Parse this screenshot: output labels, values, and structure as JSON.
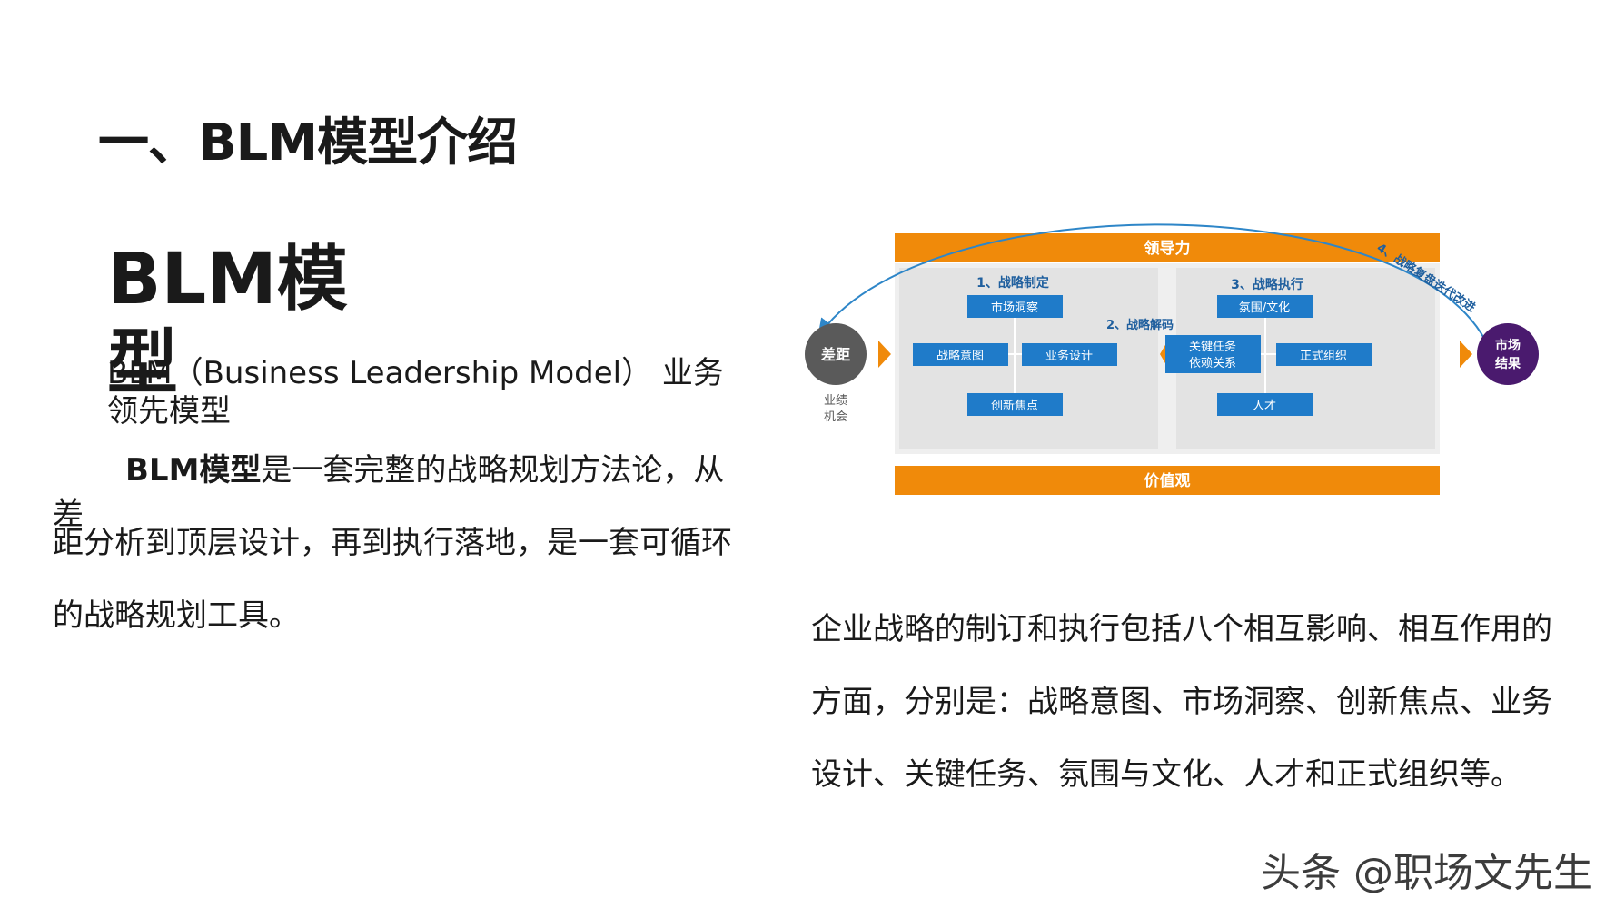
{
  "title": "一、BLM模型介绍",
  "heading": "BLM模型",
  "subtitle": "BLM（Business Leadership Model） 业务领先模型",
  "left_paragraph": {
    "bold": "BLM模型",
    "line1_rest": "是一套完整的战略规划方法论，从差",
    "line2": "距分析到顶层设计，再到执行落地，是一套可循环",
    "line3": "的战略规划工具。"
  },
  "right_paragraph": {
    "line1": "企业战略的制订和执行包括八个相互影响、相互作用的",
    "line2": "方面，分别是：战略意图、市场洞察、创新焦点、业务",
    "line3": "设计、关键任务、氛围与文化、人才和正式组织等。"
  },
  "diagram": {
    "leadership": "领导力",
    "values": "价值观",
    "gap": "差距",
    "gap_sub_1": "业绩",
    "gap_sub_2": "机会",
    "market_result_1": "市场",
    "market_result_2": "结果",
    "step1": "1、战略制定",
    "step2": "2、战略解码",
    "step3": "3、战略执行",
    "step4": "4、战略复盘迭代改进",
    "box_market_insight": "市场洞察",
    "box_strategic_intent": "战略意图",
    "box_business_design": "业务设计",
    "box_innovation_focus": "创新焦点",
    "box_atmosphere_culture": "氛围/文化",
    "box_key_tasks_1": "关键任务",
    "box_key_tasks_2": "依赖关系",
    "box_formal_org": "正式组织",
    "box_talent": "人才",
    "colors": {
      "orange": "#F08A0A",
      "blue": "#1F7BC9",
      "panel_gray": "#E6E6E6",
      "gap_gray": "#5A5A5A",
      "result_purple": "#4A1A6E",
      "arc_blue": "#2E86C8"
    }
  },
  "watermark": "头条 @职场文先生"
}
